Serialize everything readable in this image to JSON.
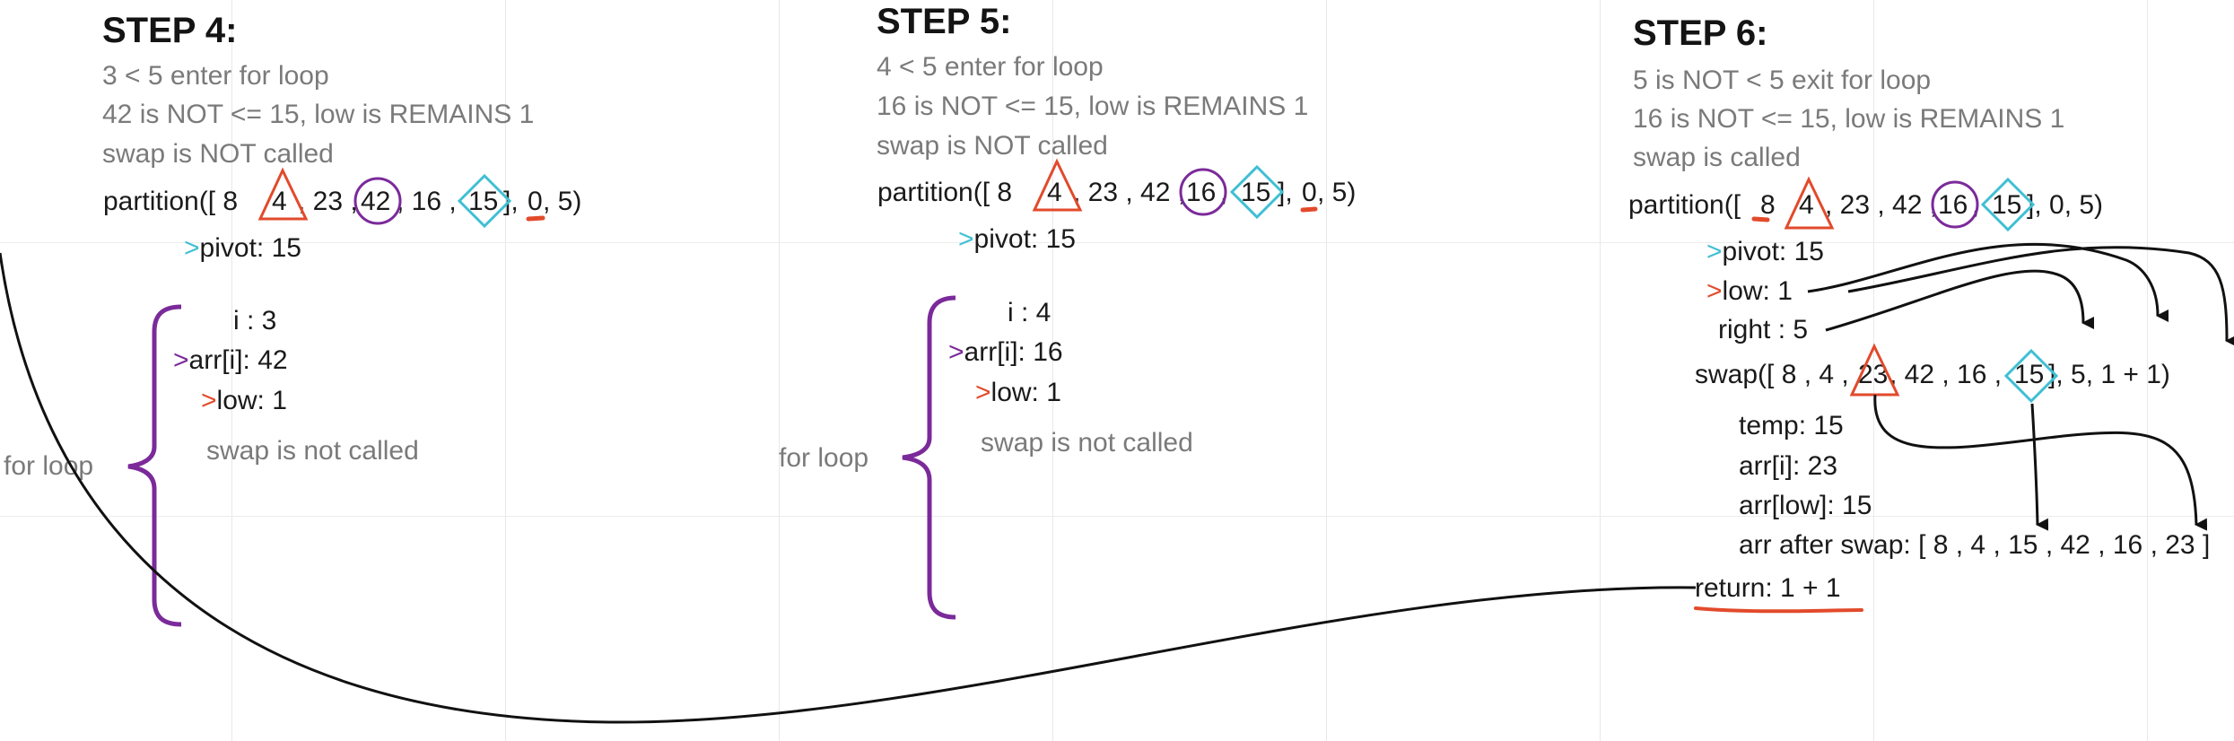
{
  "step4": {
    "title": "STEP 4:",
    "notes": [
      "3 < 5 enter for loop",
      "42 is NOT <= 15, low is REMAINS 1",
      "swap is NOT called"
    ],
    "partition": {
      "open": "partition([ 8",
      "e1": "4",
      "e2": ", 23 ,",
      "e3": "42",
      "e4": ", 16 ,",
      "e5": "15",
      "e6": "],",
      "e7": "0",
      "e8": ", 5)"
    },
    "pivot": {
      "marker": ">",
      "label": "pivot: 15"
    },
    "loop_label": "for loop",
    "i": "i :  3",
    "arr_i": {
      "marker": ">",
      "label": "arr[i]: 42"
    },
    "low": {
      "marker": ">",
      "label": "low:  1"
    },
    "swap_note": "swap is not called"
  },
  "step5": {
    "title": "STEP 5:",
    "notes": [
      "4 < 5 enter for loop",
      "16 is NOT <= 15, low is REMAINS 1",
      "swap is NOT called"
    ],
    "partition": {
      "open": "partition([ 8",
      "e1": "4",
      "e2": ", 23 , 42 ,",
      "e3": "16",
      "e4": ",",
      "e5": "15",
      "e6": "],",
      "e7": "0",
      "e8": ", 5)"
    },
    "pivot": {
      "marker": ">",
      "label": "pivot: 15"
    },
    "loop_label": "for loop",
    "i": "i :  4",
    "arr_i": {
      "marker": ">",
      "label": "arr[i]: 16"
    },
    "low": {
      "marker": ">",
      "label": "low:  1"
    },
    "swap_note": "swap is not called"
  },
  "step6": {
    "title": "STEP 6:",
    "notes": [
      "5 is NOT < 5 exit for loop",
      "16 is NOT <= 15, low is REMAINS 1",
      "swap is called"
    ],
    "partition": {
      "open": "partition([",
      "e0": "8",
      "e1": "4",
      "e2": ", 23 , 42 ,",
      "e3": "16",
      "e4": ",",
      "e5": "15",
      "e8": "], 0, 5)"
    },
    "pivot": {
      "marker": ">",
      "label": "pivot: 15"
    },
    "low": {
      "marker": ">",
      "label": "low:  1"
    },
    "right": "right :  5",
    "swap": {
      "open": "swap([ 8 , 4 ,",
      "e1": "23",
      "e2": ", 42 , 16 ,",
      "e3": "15",
      "e4": "], 5, 1 + 1)"
    },
    "temp": "temp: 15",
    "arr_i": "arr[i]: 23",
    "arr_low": "arr[low]: 15",
    "arr_after": "arr after swap: [ 8 , 4 , 15 , 42 , 16 , 23 ]",
    "return_text": "return: 1 + 1"
  },
  "colors": {
    "orange": "#e24a2b",
    "cyan": "#3fbfd4",
    "purple": "#7b2a9a",
    "gray_text": "#7a7a7a",
    "black": "#111111"
  }
}
